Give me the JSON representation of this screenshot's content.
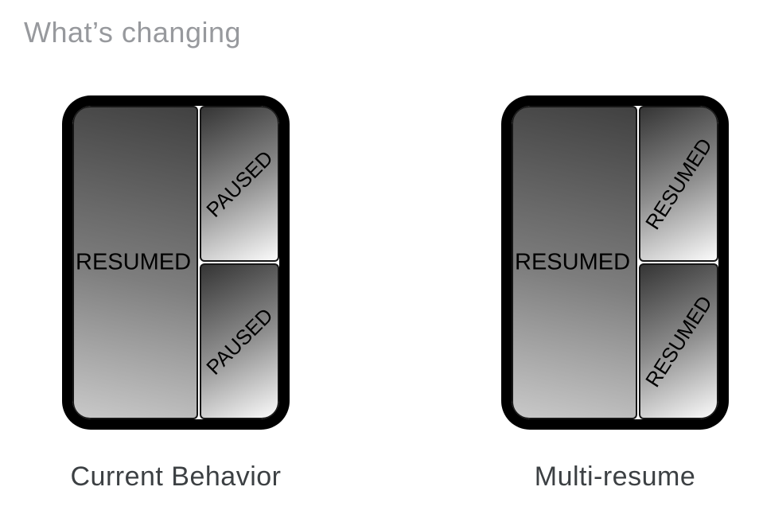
{
  "header": {
    "title": "What’s changing"
  },
  "colors": {
    "title_text": "#97999d",
    "caption_text": "#3c4043",
    "device_frame": "#000000",
    "pane_label_text": "#000000",
    "pane_gradient_dark": "#353535",
    "pane_gradient_light": "#fbfbfb",
    "background": "#ffffff"
  },
  "devices": [
    {
      "id": "current-behavior",
      "caption": "Current Behavior",
      "label_rotation_deg": -45,
      "panes": {
        "main": {
          "label": "RESUMED"
        },
        "top": {
          "label": "PAUSED"
        },
        "bottom": {
          "label": "PAUSED"
        }
      }
    },
    {
      "id": "multi-resume",
      "caption": "Multi-resume",
      "label_rotation_deg": -57,
      "panes": {
        "main": {
          "label": "RESUMED"
        },
        "top": {
          "label": "RESUMED"
        },
        "bottom": {
          "label": "RESUMED"
        }
      }
    }
  ]
}
